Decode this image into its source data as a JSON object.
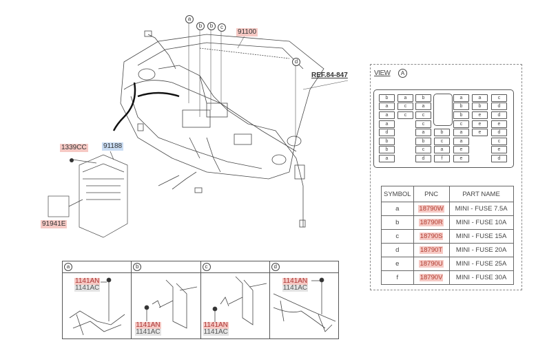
{
  "main": {
    "callouts": [
      "a",
      "b",
      "b",
      "c",
      "d"
    ],
    "labels": {
      "part_91100": "91100",
      "ref": "REF.84-847",
      "part_1339CC": "1339CC",
      "part_91188": "91188",
      "part_91941E": "91941E"
    }
  },
  "view": {
    "title": "VIEW",
    "marker": "A",
    "fuse_grid": [
      [
        "b",
        "a",
        "b",
        null,
        "a",
        "a",
        "c"
      ],
      [
        "a",
        "c",
        "a",
        null,
        "b",
        "b",
        "d"
      ],
      [
        "a",
        "c",
        "c",
        null,
        "b",
        "e",
        "d"
      ],
      [
        "a",
        null,
        "c",
        null,
        "c",
        "e",
        "e"
      ],
      [
        "d",
        null,
        "a",
        "b",
        "a",
        "e",
        "d"
      ],
      [
        "b",
        null,
        "b",
        "c",
        "a",
        null,
        "c"
      ],
      [
        "b",
        null,
        "c",
        "a",
        "e",
        null,
        "e"
      ],
      [
        "a",
        null,
        "d",
        "f",
        "e",
        null,
        "d"
      ]
    ]
  },
  "parts_table": {
    "headers": [
      "SYMBOL",
      "PNC",
      "PART NAME"
    ],
    "rows": [
      {
        "symbol": "a",
        "pnc": "18790W",
        "name": "MINI - FUSE 7.5A"
      },
      {
        "symbol": "b",
        "pnc": "18790R",
        "name": "MINI - FUSE 10A"
      },
      {
        "symbol": "c",
        "pnc": "18790S",
        "name": "MINI - FUSE 15A"
      },
      {
        "symbol": "d",
        "pnc": "18790T",
        "name": "MINI - FUSE 20A"
      },
      {
        "symbol": "e",
        "pnc": "18790U",
        "name": "MINI - FUSE 25A"
      },
      {
        "symbol": "f",
        "pnc": "18790V",
        "name": "MINI - FUSE 30A"
      }
    ]
  },
  "details": [
    {
      "marker": "a",
      "part1": "1141AN",
      "part2": "1141AC"
    },
    {
      "marker": "b",
      "part1": "1141AN",
      "part2": "1141AC"
    },
    {
      "marker": "c",
      "part1": "1141AN",
      "part2": "1141AC"
    },
    {
      "marker": "d",
      "part1": "1141AN",
      "part2": "1141AC"
    }
  ]
}
